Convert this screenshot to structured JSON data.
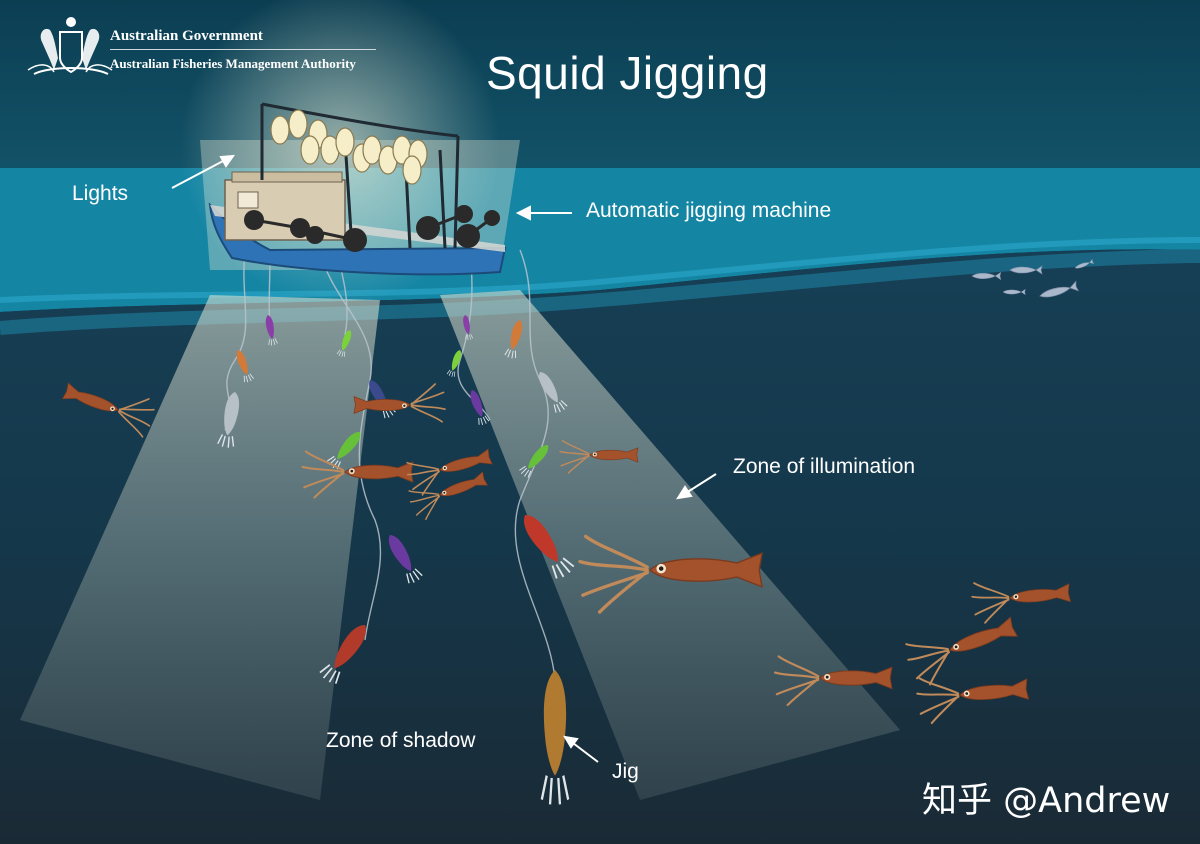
{
  "title": "Squid Jigging",
  "government": {
    "line1": "Australian Government",
    "line2": "Australian Fisheries Management Authority"
  },
  "labels": {
    "lights": "Lights",
    "machine": "Automatic jigging machine",
    "illumination": "Zone of illumination",
    "shadow": "Zone of shadow",
    "jig": "Jig"
  },
  "watermark": "知乎 @Andrew",
  "colors": {
    "sky": "#0f4a5e",
    "surface_water": "#1787a6",
    "deep_water": "#163a4d",
    "boat_hull": "#2e73b5",
    "light_beam": "#d8dcc6",
    "squid": "#a3522c",
    "text": "#ffffff"
  }
}
